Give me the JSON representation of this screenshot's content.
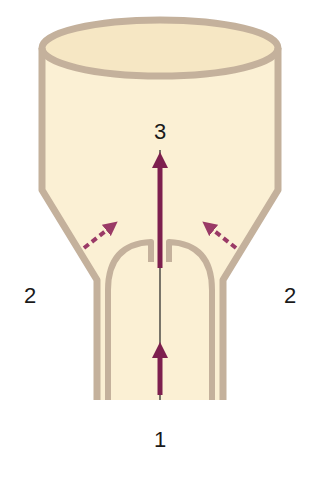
{
  "diagram": {
    "labels": [
      "3",
      "2",
      "2",
      "1"
    ]
  }
}
